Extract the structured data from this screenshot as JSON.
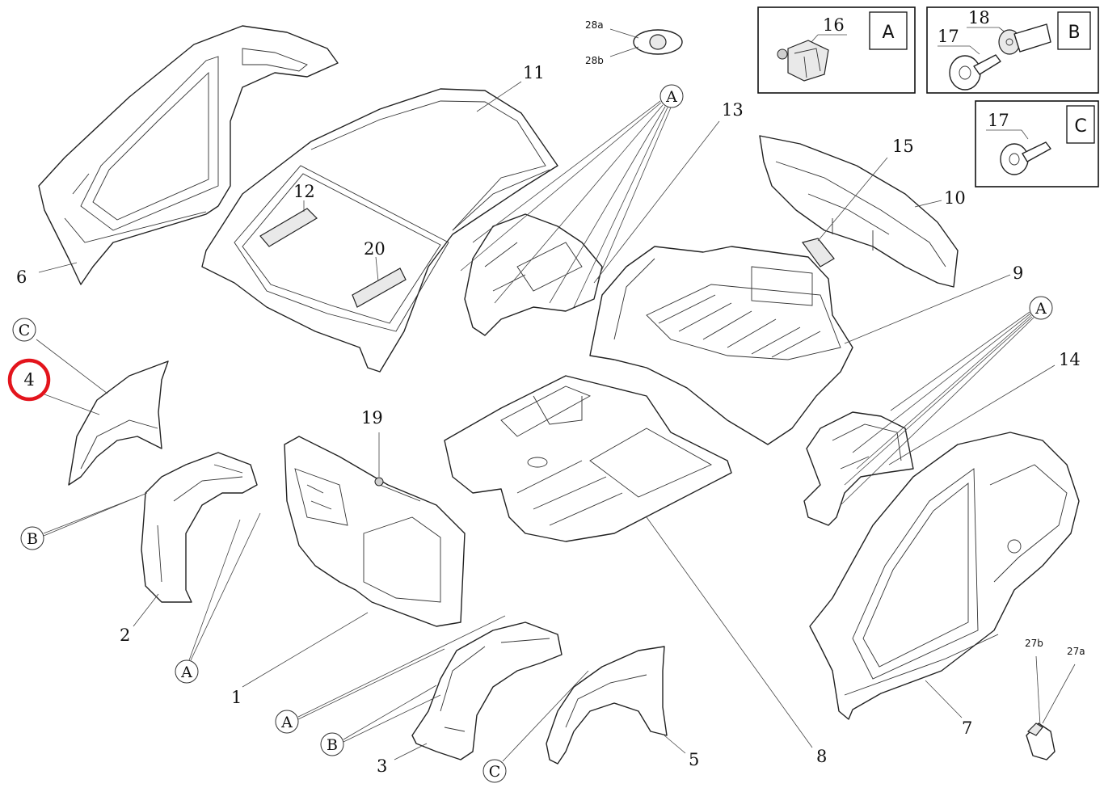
{
  "part_labels": {
    "p1": "1",
    "p2": "2",
    "p3": "3",
    "p4": "4",
    "p5": "5",
    "p6": "6",
    "p7": "7",
    "p8": "8",
    "p9": "9",
    "p10": "10",
    "p11": "11",
    "p12": "12",
    "p13": "13",
    "p14": "14",
    "p15": "15",
    "p19": "19",
    "p20": "20",
    "p27a": "27a",
    "p27b": "27b",
    "p28a": "28a",
    "p28b": "28b"
  },
  "callouts": {
    "a": "A",
    "b": "B",
    "c": "C"
  },
  "insets": {
    "a": {
      "letter": "A",
      "part": "16"
    },
    "b": {
      "letter": "B",
      "part_top": "18",
      "part_left": "17"
    },
    "c": {
      "letter": "C",
      "part": "17"
    }
  },
  "highlight": {
    "label": "4",
    "color": "#e3141c"
  }
}
